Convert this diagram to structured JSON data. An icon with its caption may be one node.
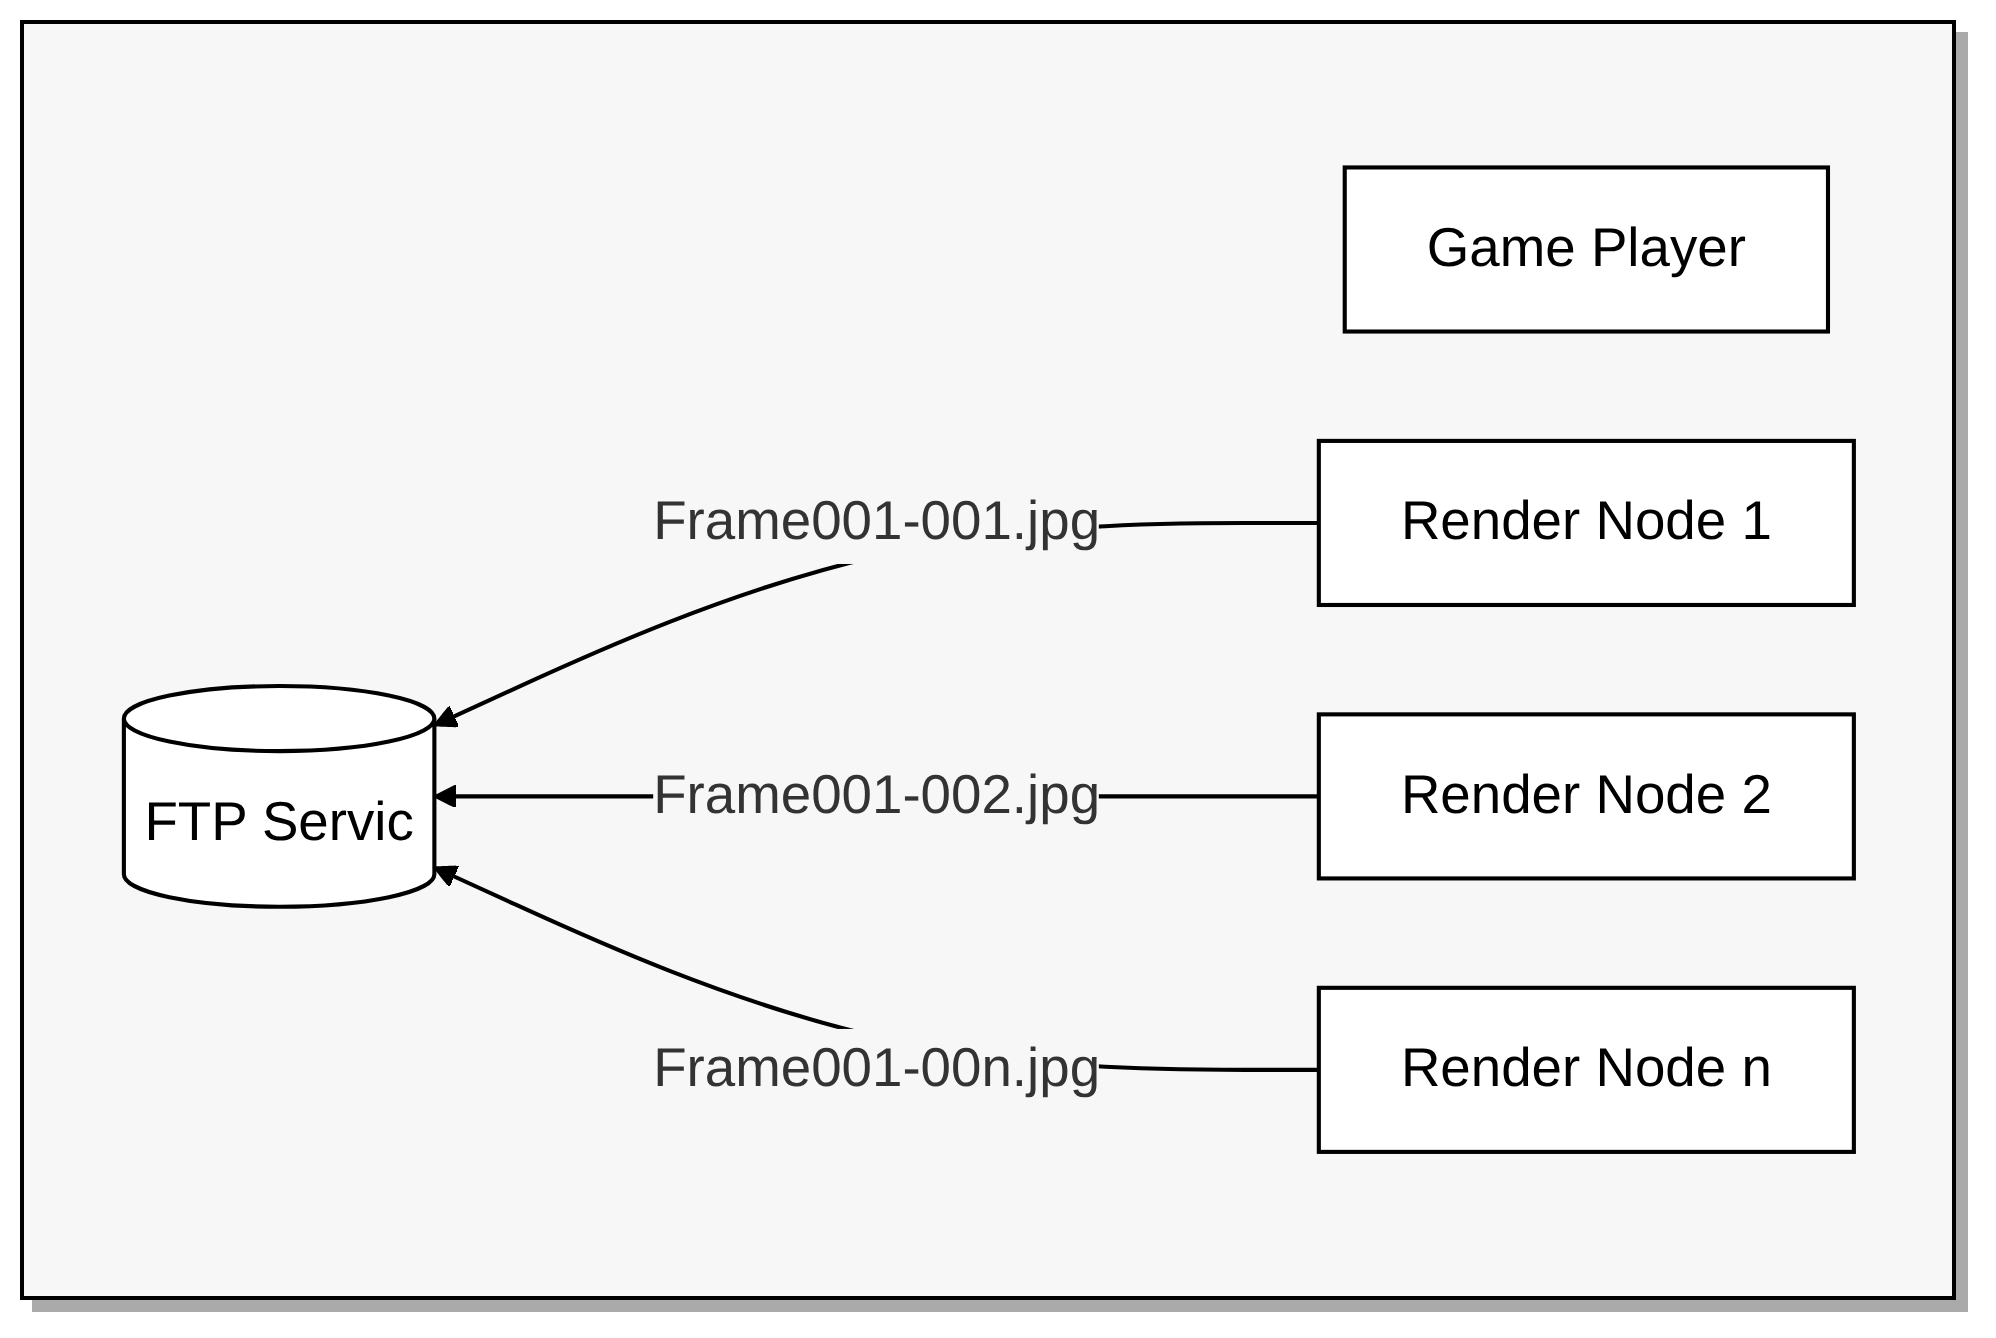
{
  "diagram": {
    "nodes": [
      {
        "text": [
          "Game Player"
        ]
      },
      {
        "text": [
          "FTP Servic"
        ]
      },
      {
        "text": [
          "Render Node 1"
        ]
      },
      {
        "text": [
          "Render Node 2"
        ]
      },
      {
        "text": [
          "Render Node n"
        ]
      }
    ],
    "edges": [
      {
        "from": 2,
        "to": 1,
        "arrow": "to",
        "label": "Frame001-001.jpg"
      },
      {
        "from": 3,
        "to": 1,
        "arrow": "to",
        "label": "Frame001-002.jpg"
      },
      {
        "from": 4,
        "to": 1,
        "arrow": "to",
        "label": "Frame001-00n.jpg"
      }
    ]
  }
}
